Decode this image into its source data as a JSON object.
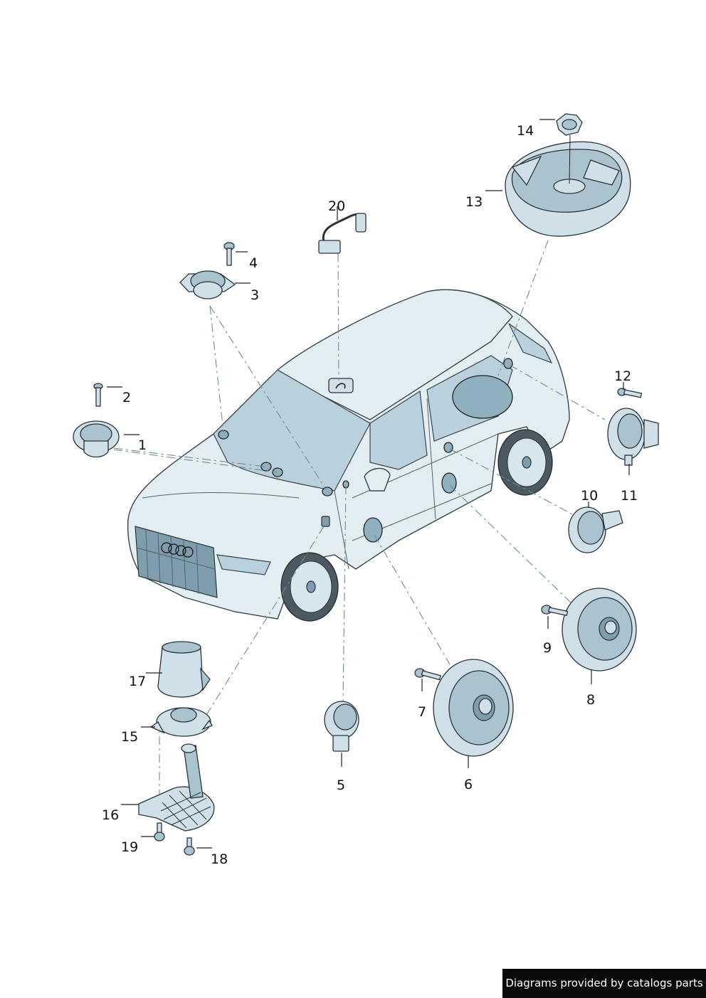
{
  "labels": {
    "p1": "1",
    "p2": "2",
    "p3": "3",
    "p4": "4",
    "p5": "5",
    "p6": "6",
    "p7": "7",
    "p8": "8",
    "p9": "9",
    "p10": "10",
    "p11": "11",
    "p12": "12",
    "p13": "13",
    "p14": "14",
    "p15": "15",
    "p16": "16",
    "p17": "17",
    "p18": "18",
    "p19": "19",
    "p20": "20"
  },
  "footer": {
    "credit": "Diagrams provided by catalogs parts"
  }
}
